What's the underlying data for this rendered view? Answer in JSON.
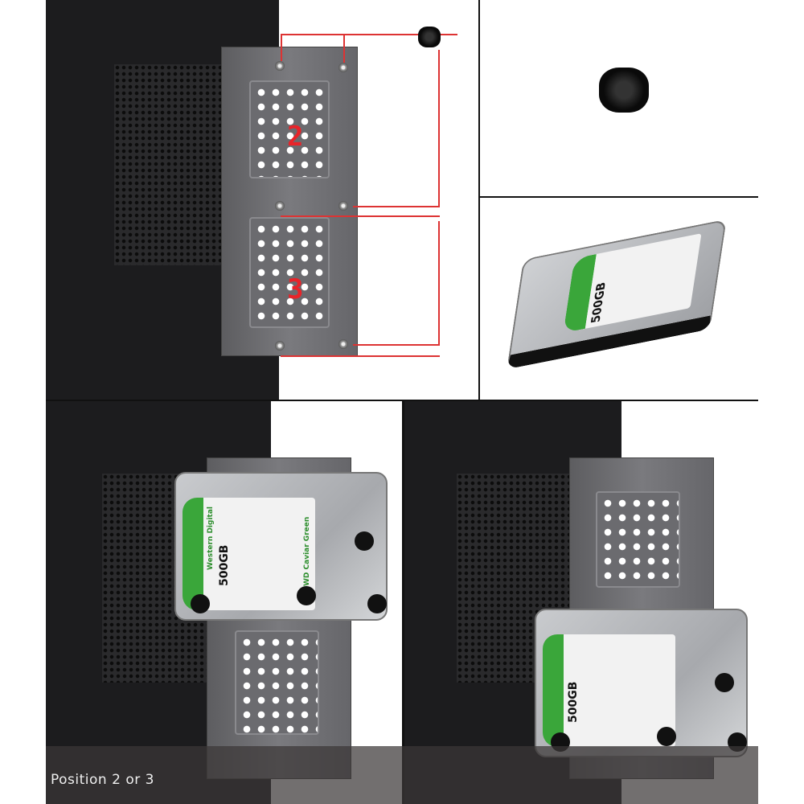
{
  "caption": "Position 2 or 3",
  "bay_labels": [
    "2",
    "3"
  ],
  "hdd": {
    "capacity": "500GB",
    "brand": "Western Digital",
    "logo": "WD",
    "series": "WD Caviar Green"
  },
  "colors": {
    "accent_red": "#e8242a",
    "label_green": "#3aa63a"
  }
}
